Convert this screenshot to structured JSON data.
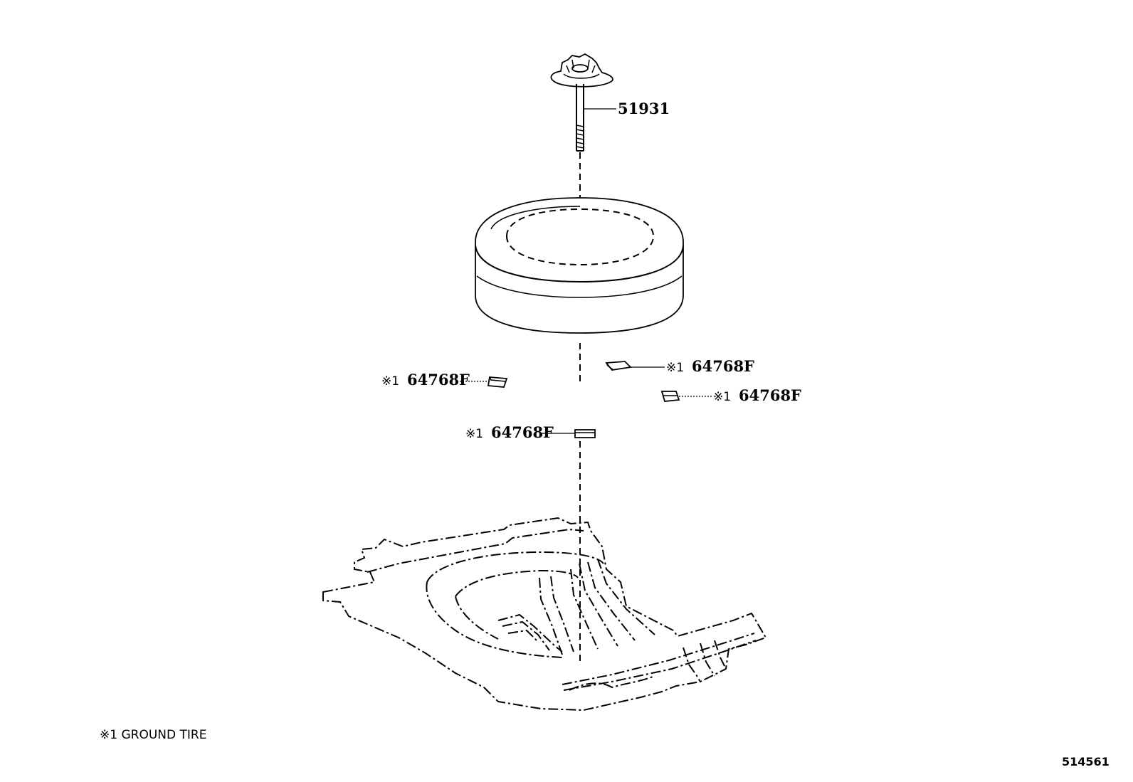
{
  "parts": [
    {
      "id": "clamp-bolt",
      "number": "51931"
    },
    {
      "id": "pad-right-upper",
      "mark": "※1",
      "number": "64768F"
    },
    {
      "id": "pad-left",
      "mark": "※1",
      "number": "64768F"
    },
    {
      "id": "pad-right-lower",
      "mark": "※1",
      "number": "64768F"
    },
    {
      "id": "pad-center",
      "mark": "※1",
      "number": "64768F"
    }
  ],
  "footnote": "※1 GROUND TIRE",
  "figure_id": "514561"
}
